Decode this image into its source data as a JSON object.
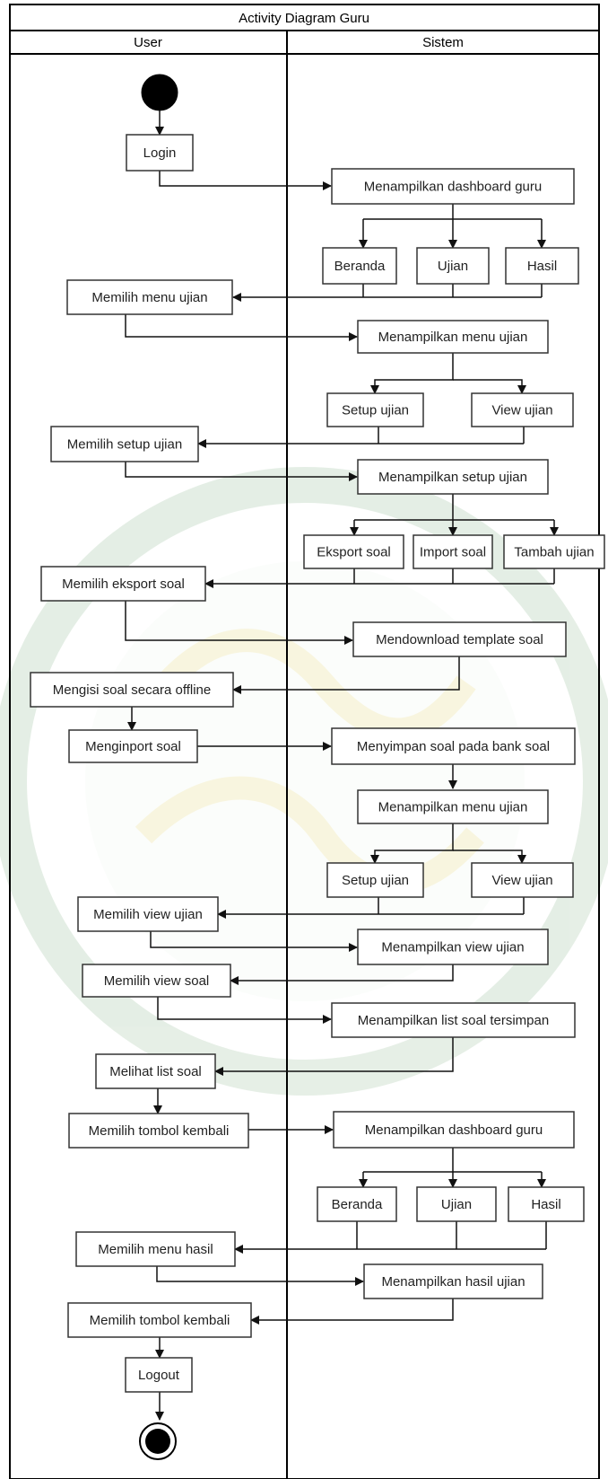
{
  "diagram": {
    "title": "Activity Diagram Guru",
    "lanes": {
      "user": "User",
      "system": "Sistem"
    }
  },
  "nodes": [
    {
      "id": "login",
      "text": "Login"
    },
    {
      "id": "dash1",
      "text": "Menampilkan dashboard guru"
    },
    {
      "id": "beranda1",
      "text": "Beranda"
    },
    {
      "id": "ujian1",
      "text": "Ujian"
    },
    {
      "id": "hasil1",
      "text": "Hasil"
    },
    {
      "id": "pilihUjian",
      "text": "Memilih menu ujian"
    },
    {
      "id": "tampilUjian1",
      "text": "Menampilkan menu ujian"
    },
    {
      "id": "setup1",
      "text": "Setup ujian"
    },
    {
      "id": "view1",
      "text": "View ujian"
    },
    {
      "id": "pilihSetup",
      "text": "Memilih setup ujian"
    },
    {
      "id": "tampilSetup",
      "text": "Menampilkan setup ujian"
    },
    {
      "id": "eksport",
      "text": "Eksport soal"
    },
    {
      "id": "import",
      "text": "Import soal"
    },
    {
      "id": "tambah",
      "text": "Tambah ujian"
    },
    {
      "id": "pilihEksport",
      "text": "Memilih eksport soal"
    },
    {
      "id": "download",
      "text": "Mendownload template soal"
    },
    {
      "id": "isiSoal",
      "text": "Mengisi soal secara offline"
    },
    {
      "id": "inport",
      "text": "Menginport soal"
    },
    {
      "id": "simpan",
      "text": "Menyimpan soal pada bank soal"
    },
    {
      "id": "tampilUjian2",
      "text": "Menampilkan menu ujian"
    },
    {
      "id": "setup2",
      "text": "Setup ujian"
    },
    {
      "id": "view2",
      "text": "View ujian"
    },
    {
      "id": "pilihView",
      "text": "Memilih view ujian"
    },
    {
      "id": "tampilView",
      "text": "Menampilkan view ujian"
    },
    {
      "id": "pilihViewSoal",
      "text": "Memilih view soal"
    },
    {
      "id": "tampilList",
      "text": "Menampilkan list soal tersimpan"
    },
    {
      "id": "lihatList",
      "text": "Melihat list soal"
    },
    {
      "id": "kembali1",
      "text": "Memilih tombol kembali"
    },
    {
      "id": "dash2",
      "text": "Menampilkan dashboard guru"
    },
    {
      "id": "beranda2",
      "text": "Beranda"
    },
    {
      "id": "ujian2",
      "text": "Ujian"
    },
    {
      "id": "hasil2",
      "text": "Hasil"
    },
    {
      "id": "pilihHasil",
      "text": "Memilih menu hasil"
    },
    {
      "id": "tampilHasil",
      "text": "Menampilkan hasil ujian"
    },
    {
      "id": "kembali2",
      "text": "Memilih tombol kembali"
    },
    {
      "id": "logout",
      "text": "Logout"
    }
  ],
  "colors": {
    "line": "#000000",
    "node_stroke": "#333333",
    "watermark": "#2e7d32"
  }
}
